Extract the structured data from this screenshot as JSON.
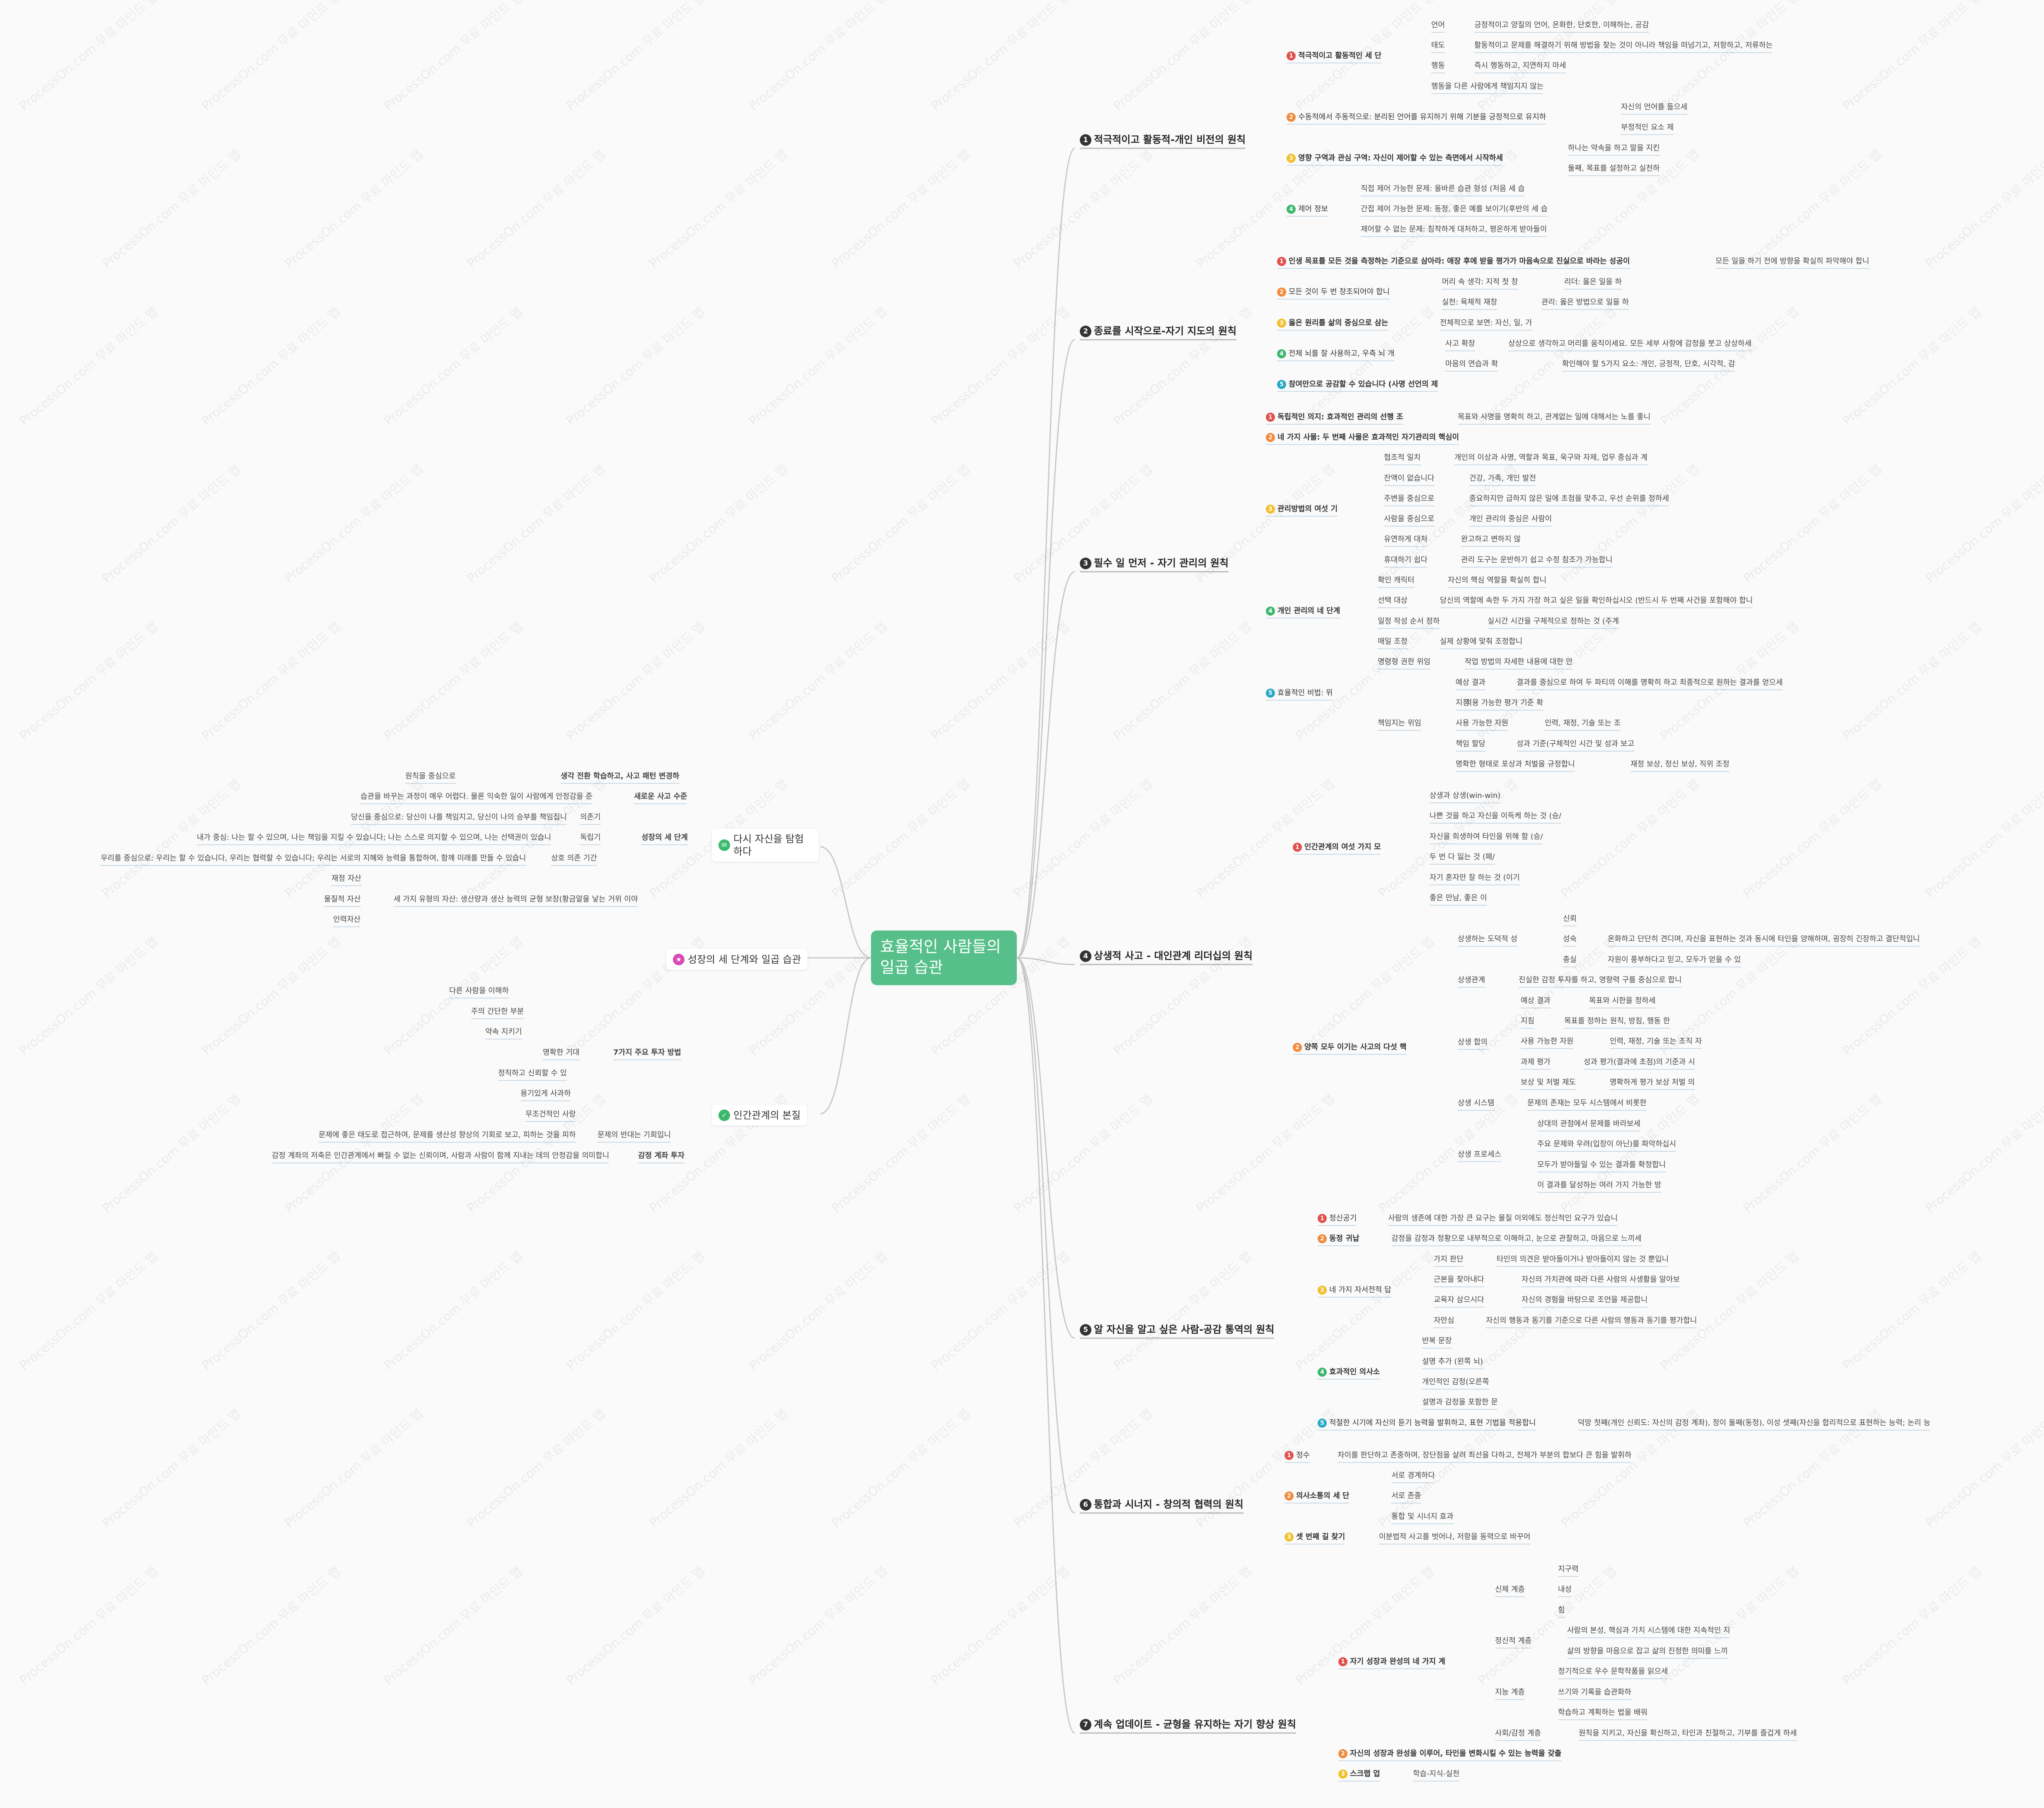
{
  "root": {
    "title": "효율적인 사람들의 일곱 습관",
    "color": "#57c08a"
  },
  "palette": {
    "red": "#e0514f",
    "orange": "#f08a3c",
    "yellow": "#f2c02e",
    "green": "#3cb86e",
    "teal": "#29a8c4",
    "purple": "#8f5ad6",
    "pink": "#d64bb5",
    "line": "#b8b8b8"
  },
  "watermark": "ProcessOn.com 무료 마인드 맵",
  "branches": {
    "b1": {
      "title": "적극적이고 활동적-개인 비전의 원칙",
      "c1": "적극적이고 활동적인 세 단",
      "c1_1": "언어",
      "c1_1v": "긍정적이고 양질의 언어, 온화한, 단호한, 이해하는, 공감",
      "c1_2": "태도",
      "c1_2v": "활동적이고 문제를 해결하기 위해 방법을 찾는 것이 아니라 책임을 떠넘기고, 저항하고, 저류하는",
      "c1_3": "행동",
      "c1_3v": "즉시 행동하고, 지연하지 마세",
      "c1_4": "행동을 다른 사람에게 책임지지 않는",
      "c2": "수동적에서 주동적으로: 분리된 언어를 유지하기 위해 기분을 긍정적으로 유지하",
      "c2_1": "자신의 언어를 들으세",
      "c2_2": "부정적인 요소 제",
      "c3": "영향 구역과 관심 구역: 자신이 제어할 수 있는 측면에서 시작하세",
      "c3_1": "하나는 약속을 하고 말을 지킨",
      "c3_2": "둘째, 목표를 설정하고 실천하",
      "c4": "제어 정보",
      "c4_1": "직접 제어 가능한 문제: 올바른 습관 형성 (처음 세 습",
      "c4_2": "간접 제어 가능한 문제: 동정, 좋은 예를 보이기(후반의 세 습",
      "c4_3": "제어할 수 없는 문제: 침착하게 대처하고, 평온하게 받아들이"
    },
    "b2": {
      "title": "종료를 시작으로-자기 지도의 원칙",
      "c1": "인생 목표를 모든 것을 측정하는 기준으로 삼아라: 애장 후에 받을 평가가 마음속으로 진실으로 바라는 성공이",
      "c1v": "모든 일을 하기 전에 방향을 확실히 파악해야 합니",
      "c2": "모든 것이 두 번 창조되어야 합니",
      "c2_1": "머리 속 생각: 지적 첫 창",
      "c2_1v": "리더: 옳은 일을 하",
      "c2_2": "실천: 육체적 재창",
      "c2_2v": "관리: 옳은 방법으로 일을 하",
      "c3": "옳은 원리를 삶의 중심으로 삼는",
      "c3v": "전체적으로 보면: 자신, 일, 가",
      "c4": "전체 뇌를 잘 사용하고, 우측 뇌 개",
      "c4_1": "사고 확장",
      "c4_1v": "상상으로 생각하고 머리를 움직이세요. 모든 세부 사항에 감정을 붓고 상상하세",
      "c4_2": "마음의 연습과 확",
      "c4_2v": "확인해야 할 5가지 요소: 개인, 긍정적, 단호, 시각적, 감",
      "c5": "참여만으로 공감할 수 있습니다 (사명 선언의 제"
    },
    "b3": {
      "title": "필수 일 먼저 - 자기 관리의 원칙",
      "c1": "독립적인 의지: 효과적인 관리의 선행 조",
      "c1v": "목표와 사명을 명확히 하고, 관계없는 일에 대해서는 노를 좋니",
      "c2": "네 가지 사물: 두 번째 사물은 효과적인 자기관리의 핵심이",
      "c3": "관리방법의 여섯 기",
      "c3_1": "협조적 일치",
      "c3_1v": "개인의 이상과 사명, 역할과 목표, 욱구와 자제, 업무 중심과 계",
      "c3_2": "잔액이 없습니다",
      "c3_2v": "건강, 가족, 개인 발전",
      "c3_3": "주변을 중심으로",
      "c3_3v": "중요하지만 급하지 않은 일에 초점을 맞추고, 우선 순위를 정하세",
      "c3_4": "사람을 중심으로",
      "c3_4v": "개인 관리의 중심은 사람이",
      "c3_5": "유연하게 대처",
      "c3_5v": "완고하고 변하지 않",
      "c3_6": "휴대하기 쉽다",
      "c3_6v": "관리 도구는 운반하기 쉽고 수정 참조가 가능합니",
      "c4": "개인 관리의 네 단계",
      "c4_1": "확인 캐릭터",
      "c4_1v": "자신의 핵심 역할을 확실히 합니",
      "c4_2": "선택 대상",
      "c4_2v": "당신의 역할에 속한 두 가지 가장 하고 싶은 일을 확인하십시오 (반드시 두 번째 사건을 포함해야 합니",
      "c4_3": "일정 작성 순서 정하",
      "c4_3v": "실시간 시간을 구체적으로 정하는 것 (주계",
      "c4_4": "매일 조정",
      "c4_4v": "실제 상황에 맞춰 조정합니",
      "c5": "효율적인 비법: 위",
      "c5_1": "명령형 권한 위임",
      "c5_1v": "작업 방법의 자세한 내용에 대한 안",
      "c5_2": "책임지는 위임",
      "c5_2a": "예상 결과",
      "c5_2av": "결과를 중심으로 하여 두 파티의 이해를 명확히 하고 최종적으로 원하는 결과를 얻으세",
      "c5_2b": "지침",
      "c5_2bv": "적용 가능한 평가 기준 확",
      "c5_2c": "사용 가능한 자원",
      "c5_2cv": "인력, 재정, 기술 또는 조",
      "c5_2d": "책임 할당",
      "c5_2dv": "성과 기준(구체적인 시간 및 성과 보고",
      "c5_2e": "명확한 형태로 포상과 처벌을 규정합니",
      "c5_2ev": "재정 보상, 정신 보상, 직위 조정"
    },
    "b4": {
      "title": "상생적 사고 - 대인관계 리더십의 원칙",
      "c1": "인간관계의 여섯 가지 모",
      "c1_1": "상생과 상생(win-win)",
      "c1_2": "나쁜 것을 하고 자신을 이득케 하는 것 (승/",
      "c1_3": "자신을 희생하여 타인을 위해 함 (승/",
      "c1_4": "두 번 다 잃는 것 (패/",
      "c1_5": "자기 혼자만 잘 하는 것 (이기",
      "c1_6": "좋은 만남, 좋은 이",
      "c2": "양쪽 모두 이기는 사고의 다섯 핵",
      "c2_1": "상생하는 도덕적 성",
      "c2_1a": "신뢰",
      "c2_1b": "성숙",
      "c2_1bv": "온화하고 단단히 견디며, 자신을 표현하는 것과 동시에 타인을 양해하며, 굉장히 긴장하고 결단적입니",
      "c2_1c": "충실",
      "c2_1cv": "자원이 풍부하다고 믿고, 모두가 얻을 수 있",
      "c2_2": "상생관계",
      "c2_2v": "진실한 감정 투자를 하고, 영향력 구를 중심으로 합니",
      "c2_3": "상생 합의",
      "c2_3a": "예상 결과",
      "c2_3av": "목표와 시한을 정하세",
      "c2_3b": "지침",
      "c2_3bv": "목표를 정하는 원칙, 방침, 행동 한",
      "c2_3c": "사용 가능한 자원",
      "c2_3cv": "인력, 재정, 기술 또는 조직 자",
      "c2_3d": "과제 평가",
      "c2_3dv": "성과 평가(결과에 초점)의 기준과 시",
      "c2_3e": "보상 및 처벌 제도",
      "c2_3ev": "명확하게 평가 보상 처벌 의",
      "c2_4": "상생 시스템",
      "c2_4v": "문제의 존재는 모두 시스템에서 비롯한",
      "c2_5": "상생 프로세스",
      "c2_5a": "상대의 관점에서 문제를 바라보세",
      "c2_5b": "주요 문제와 우려(입장이 아닌)를 파악하십시",
      "c2_5c": "모두가 받아들일 수 있는 결과를 확정합니",
      "c2_5d": "이 결과를 달성하는 여러 가지 가능한 방"
    },
    "b5": {
      "title": "알 자신을 알고 싶은 사람-공감 통역의 원칙",
      "c1": "정신공기",
      "c1v": "사람의 생존에 대한 가장 큰 요구는 물질 이외에도 정신적인 요구가 있습니",
      "c2": "동정 귀납",
      "c2v": "감정을 감정과 정황으로 내부적으로 이해하고, 눈으로 관찰하고, 마음으로 느끼세",
      "c3": "네 가지 자서전적 답",
      "c3_1": "가지 판단",
      "c3_1v": "타인의 의견은 받아들이거나 받아들이지 않는 것 뿐입니",
      "c3_2": "근본을 찾아내다",
      "c3_2v": "자신의 가치관에 따라 다른 사람의 사생활을 알아보",
      "c3_3": "교육자 삼으시다",
      "c3_3v": "자신의 경험을 바탕으로 조언을 제공합니",
      "c3_4": "자만심",
      "c3_4v": "자신의 행동과 동기를 기준으로 다른 사람의 행동과 동기를 평가합니",
      "c4": "효과적인 의사소",
      "c4_1": "반복 문장",
      "c4_2": "설명 추가 (왼쪽 뇌)",
      "c4_3": "개인적인 감정(오른쪽",
      "c4_4": "설명과 감정을 포함한 문",
      "c5": "적절한 시기에 자신의 듣기 능력을 발휘하고, 표현 기법을 적용합니",
      "c5v": "덕망 첫째(개인 신뢰도: 자신의 감정 계좌), 정이 둘째(동정), 이성 셋째(자신을 합리적으로 표현하는 능력; 논리 능"
    },
    "b6": {
      "title": "통합과 시너지 - 창의적 협력의 원칙",
      "c1": "정수",
      "c1v": "차이를 판단하고 존중하며, 장단점을 살려 최선을 다하고, 전체가 부분의 합보다 큰 힘을 발휘하",
      "c2": "의사소통의 세 단",
      "c2_1": "서로 경계하다",
      "c2_2": "서로 존중",
      "c2_3": "통합 및 시너지 효과",
      "c3": "셋 번째 길 찾기",
      "c3v": "이분법적 사고를 벗어나, 저항을 동력으로 바꾸어"
    },
    "b7": {
      "title": "계속 업데이트 - 균형을 유지하는 자기 향상 원칙",
      "c1": "자기 성장과 완성의 네 가지 계",
      "c1_1": "신체 계층",
      "c1_1a": "지구력",
      "c1_1b": "내성",
      "c1_1c": "힘",
      "c1_2": "정신적 계층",
      "c1_2a": "사람의 본성, 핵심과 가치 시스템에 대한 지속적인 지",
      "c1_2b": "삶의 방향을 마음으로 잡고 삶의 진정한 의미를 느끼",
      "c1_3": "지능 계층",
      "c1_3a": "정기적으로 우수 문학작품을 읽으세",
      "c1_3b": "쓰기와 기록을 습관화하",
      "c1_3c": "학습하고 계획하는 법을 배워",
      "c1_4": "사회/감정 계층",
      "c1_4v": "원칙을 지키고, 자신을 확신하고, 타인과 친절하고, 기부를 즐겁게 하세",
      "c2": "자신의 성장과 완성을 이루어, 타인을 변화시킬 수 있는 능력을 갖출",
      "c3": "스크랩 업",
      "c3v": "학습-지식-실천"
    },
    "l1": {
      "title": "다시 자신을 탐험하다",
      "c1": "생각 전환 학습하고, 사고 패턴 변경하",
      "c1v": "원칙을 중심으로",
      "c2": "새로운 사고 수준",
      "c2v": "습관을 바꾸는 과정이 매우 어렵다. 물론 익숙한 일이 사람에게 안정감을 준",
      "c3": "성장의 세 단계",
      "c3_1": "의존기",
      "c3_1v": "당신을 중심으로: 당신이 나를 책임지고, 당신이 나의 승부를 책임집니",
      "c3_2": "독립기",
      "c3_2v": "내가 중심: 나는 할 수 있으며, 나는 책임을 지킬 수 있습니다; 나는 스스로 의지할 수 있으며, 나는 선택권이 있습니",
      "c3_3": "상호 의존 기간",
      "c3_3v": "우리를 중심으로: 우리는 할 수 있습니다, 우리는 협력할 수 있습니다; 우리는 서로의 지혜와 능력을 통합하여, 함께 미래를 만들 수 있습니",
      "c4": "세 가지 유형의 자산: 생산량과 생산 능력의 균형 보장(황금알을 낳는 거위 이야",
      "c4_1": "재정 자산",
      "c4_2": "물질적 자산",
      "c4_3": "인력자산"
    },
    "l2": {
      "title": "성장의 세 단계와 일곱 습관"
    },
    "l3": {
      "title": "인간관계의 본질",
      "c1": "7가지 주요 투자 방법",
      "c1_1": "다른 사람을 이해하",
      "c1_2": "주의 간단한 부분",
      "c1_3": "약속 지키기",
      "c1_4": "명확한 기대",
      "c1_5": "정직하고 신뢰할 수 있",
      "c1_6": "용기있게 사과하",
      "c1_7": "무조건적인 사랑",
      "c1_8": "문제의 반대는 기회입니",
      "c1_8v": "문제에 좋은 태도로 접근하여, 문제를 생산성 향상의 기회로 보고, 피하는 것을 피하",
      "c2": "감정 계좌 투자",
      "c2v": "감정 계좌의 저축은 인간관계에서 빠질 수 없는 신뢰이며, 사람과 사람이 함께 지내는 데의 안정감을 의미합니"
    }
  }
}
